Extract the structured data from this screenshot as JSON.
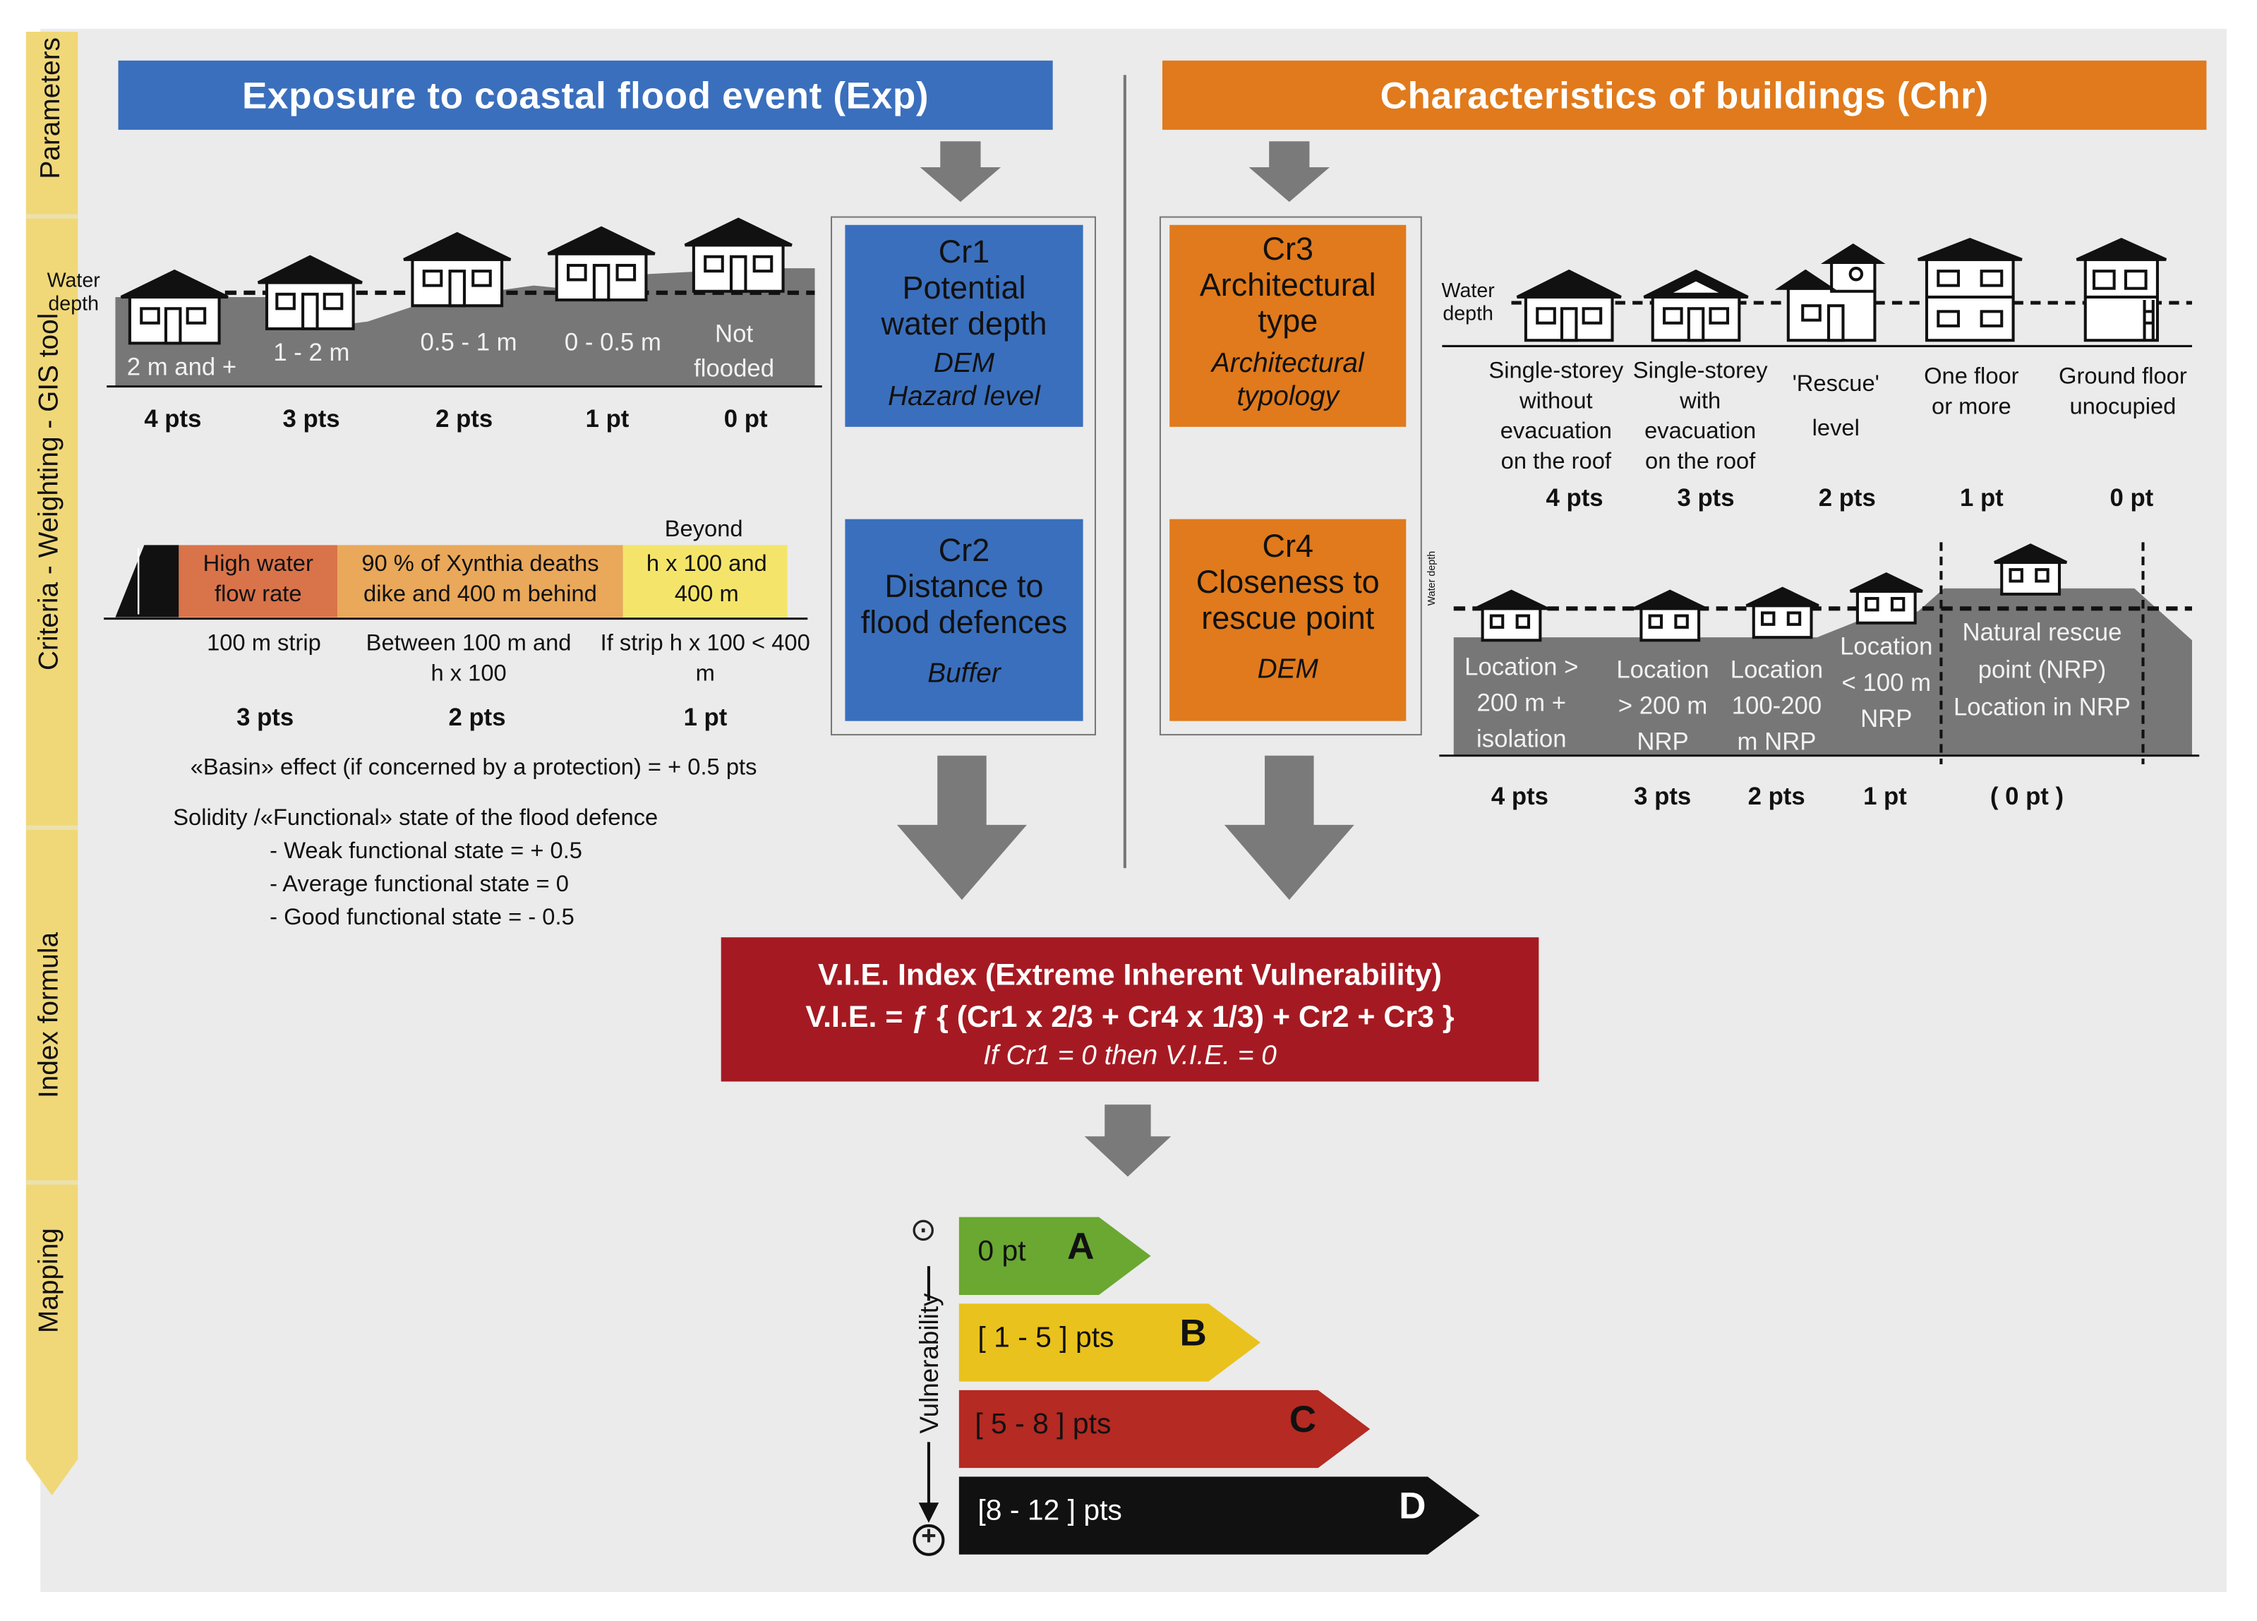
{
  "side_stages": [
    "Parameters",
    "Criteria - Weighting - GIS tool",
    "Index formula",
    "Mapping"
  ],
  "colors": {
    "blue": "#3a6fbd",
    "orange": "#e07a1c",
    "red": "#a51a22",
    "stage_bar": "#f0d879",
    "arrow": "#7a7a7a"
  },
  "exp": {
    "title": "Exposure to coastal flood event (Exp)",
    "water_depth_label": "Water depth",
    "depth_classes": [
      "2 m and +",
      "1 - 2 m",
      "0.5 - 1 m",
      "0 - 0.5 m",
      "Not flooded"
    ],
    "depth_points": [
      "4 pts",
      "3 pts",
      "2 pts",
      "1 pt",
      "0 pt"
    ],
    "strip_zones": [
      "High water flow rate",
      "90 % of Xynthia deaths dike and 400 m behind",
      "h x 100 and 400 m"
    ],
    "strip_beyond": "Beyond",
    "strip_captions": [
      "100 m strip",
      "Between 100 m and h x 100",
      "If strip h x 100 < 400 m"
    ],
    "strip_points": [
      "3 pts",
      "2 pts",
      "1 pt"
    ],
    "basin_note": "«Basin» effect (if concerned by a protection) = + 0.5 pts",
    "solidity_title": "Solidity /«Functional» state of the flood defence",
    "solidity_items": [
      "- Weak functional state = + 0.5",
      "- Average functional state = 0",
      "- Good functional state = - 0.5"
    ]
  },
  "chr": {
    "title": "Characteristics of buildings (Chr)",
    "water_depth_label": "Water depth",
    "arch_classes": [
      "Single-storey without evacuation on the roof",
      "Single-storey with evacuation on the roof",
      "'Rescue' level",
      "One floor or more",
      "Ground floor unocupied"
    ],
    "arch_points": [
      "4 pts",
      "3 pts",
      "2 pts",
      "1 pt",
      "0 pt"
    ],
    "small_water_label": "Water depth",
    "rescue_classes": [
      "Location > 200 m + isolation",
      "Location > 200 m NRP",
      "Location 100-200 m NRP",
      "Location < 100 m NRP",
      "Natural rescue point (NRP) Location in NRP"
    ],
    "rescue_points": [
      "4 pts",
      "3 pts",
      "2  pts",
      "1 pt",
      "( 0 pt )"
    ]
  },
  "criteria": {
    "cr1": {
      "code": "Cr1",
      "name": "Potential water depth",
      "tool1": "DEM",
      "tool2": "Hazard level"
    },
    "cr2": {
      "code": "Cr2",
      "name": "Distance to flood defences",
      "tool1": "Buffer"
    },
    "cr3": {
      "code": "Cr3",
      "name": "Architectural type",
      "tool1": "Architectural typology"
    },
    "cr4": {
      "code": "Cr4",
      "name": "Closeness to rescue point",
      "tool1": "DEM"
    }
  },
  "index": {
    "line1": "V.I.E. Index (Extreme Inherent Vulnerability)",
    "line2": "V.I.E. = ƒ { (Cr1 x 2/3 + Cr4 x 1/3) + Cr2 + Cr3 }",
    "line3": "If Cr1 = 0 then V.I.E. = 0"
  },
  "classes": {
    "axis_label": "Vulnerability",
    "minus_symbol": "⊙",
    "plus_symbol": "+",
    "items": [
      {
        "range": "0 pt",
        "letter": "A",
        "color": "#6aa832"
      },
      {
        "range": "[ 1 - 5 ] pts",
        "letter": "B",
        "color": "#e9c21d"
      },
      {
        "range": "[ 5 - 8 ] pts",
        "letter": "C",
        "color": "#b52a22"
      },
      {
        "range": "[8 - 12 ] pts",
        "letter": "D",
        "color": "#111111"
      }
    ]
  }
}
